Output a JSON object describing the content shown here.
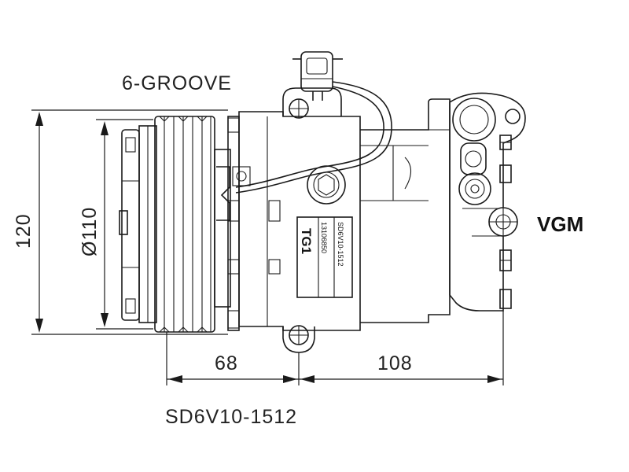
{
  "labels": {
    "groove": "6-GROOVE",
    "height": "120",
    "diameter": "Ø110",
    "front_len": "68",
    "rear_len": "108",
    "model": "SD6V10-1512",
    "brand": "VGM"
  },
  "plate": {
    "code": "TG1",
    "part_no": "13106850",
    "model": "SD6V10-1512"
  }
}
